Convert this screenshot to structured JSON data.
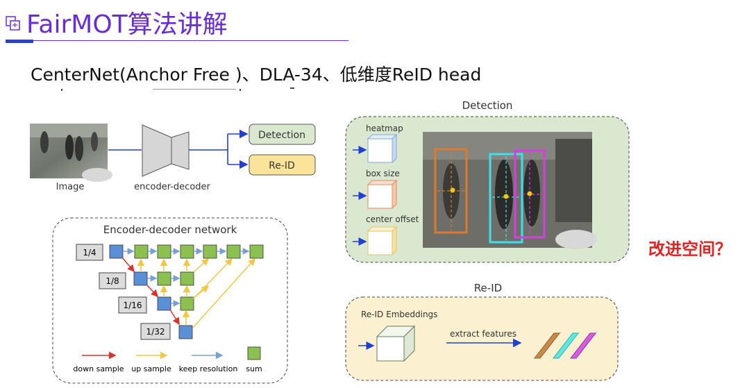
{
  "slide": {
    "title": "FairMOT算法讲解",
    "subtitle": "CenterNet(Anchor Free )、DLA-34、低维度ReID head",
    "side_question": "改进空间？"
  },
  "pipeline": {
    "image_label": "Image",
    "encoder_label": "encoder-decoder",
    "detection_label": "Detection",
    "reid_label": "Re-ID"
  },
  "network": {
    "title": "Encoder-decoder network",
    "scales": [
      "1/4",
      "1/8",
      "1/16",
      "1/32"
    ],
    "legend": {
      "down": "down sample",
      "up": "up sample",
      "keep": "keep resolution",
      "sum": "sum"
    }
  },
  "detection_panel": {
    "title": "Detection",
    "heads": [
      "heatmap",
      "box size",
      "center offset"
    ]
  },
  "reid_panel": {
    "title": "Re-ID",
    "embeddings": "Re-ID Embeddings",
    "extract": "extract features"
  },
  "colors": {
    "title": "#6a2bd9",
    "question": "#e32222",
    "detection_fill": "#dbe8d0",
    "reid_fill": "#fbf0cf",
    "blue_node": "#5b8fd6",
    "green_node": "#8cc152",
    "down_arrow": "#d9332a",
    "up_arrow": "#f2c744",
    "keep_arrow": "#7a9fd4"
  }
}
